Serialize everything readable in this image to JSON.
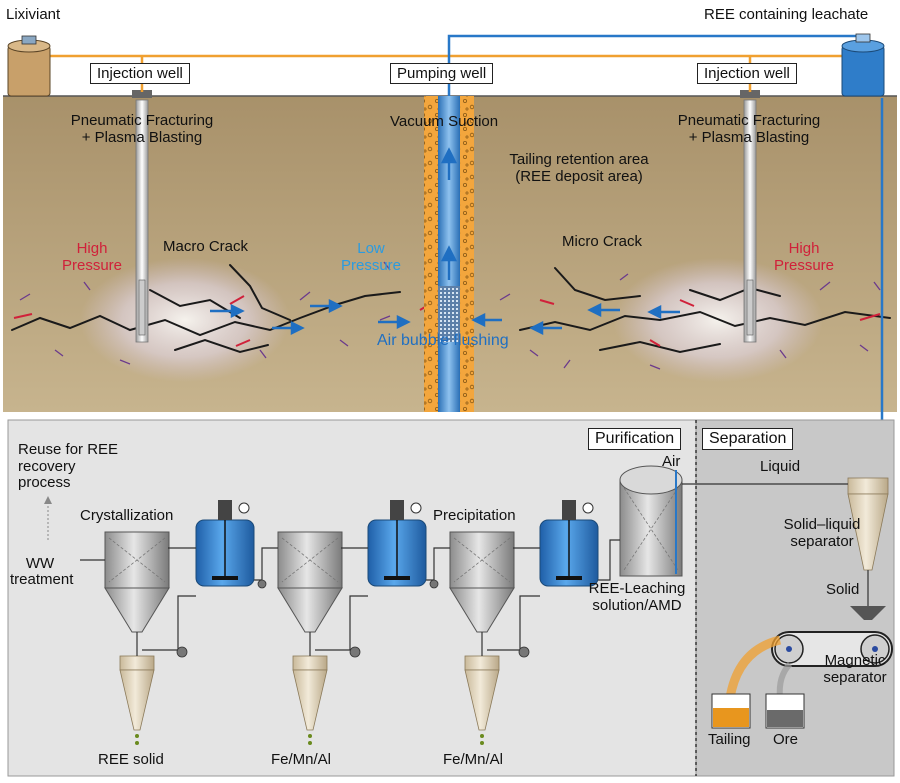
{
  "top": {
    "lixiviant": "Lixiviant",
    "leachate": "REE containing leachate",
    "injection_left": "Injection well",
    "pumping": "Pumping well",
    "injection_right": "Injection well",
    "fracturing_left": [
      "Pneumatic Fracturing",
      "+ Plasma Blasting"
    ],
    "fracturing_right": [
      "Pneumatic Fracturing",
      "+ Plasma Blasting"
    ],
    "vacuum": "Vacuum Suction",
    "tailing_area": [
      "Tailing retention area",
      "(REE deposit area)"
    ],
    "high_left": [
      "High",
      "Pressure"
    ],
    "high_right": [
      "High",
      "Pressure"
    ],
    "low": [
      "Low",
      "Pressure"
    ],
    "macro_crack": "Macro Crack",
    "micro_crack": "Micro Crack",
    "air_bubble": "Air bubble flushing"
  },
  "bottom": {
    "reuse": [
      "Reuse for REE",
      "recovery",
      "process"
    ],
    "ww": [
      "WW",
      "treatment"
    ],
    "crystallization": "Crystallization",
    "precipitation": "Precipitation",
    "purification": "Purification",
    "separation": "Separation",
    "air": "Air",
    "liquid": "Liquid",
    "separator": [
      "Solid–liquid",
      "separator"
    ],
    "solid": "Solid",
    "leaching": [
      "REE-Leaching",
      "solution/AMD"
    ],
    "magnetic": [
      "Magnetic",
      "separator"
    ],
    "tailing": "Tailing",
    "ore": "Ore",
    "ree_solid": "REE solid",
    "femnal_1": "Fe/Mn/Al",
    "femnal_2": "Fe/Mn/Al"
  },
  "colors": {
    "soil": "#b09a72",
    "orange_pipe": "#f0a030",
    "blue_pipe": "#2878c8",
    "tank_blue": "#2f7dc9",
    "panel": "#e4e4e4",
    "panel_dark": "#c8c8c8"
  }
}
